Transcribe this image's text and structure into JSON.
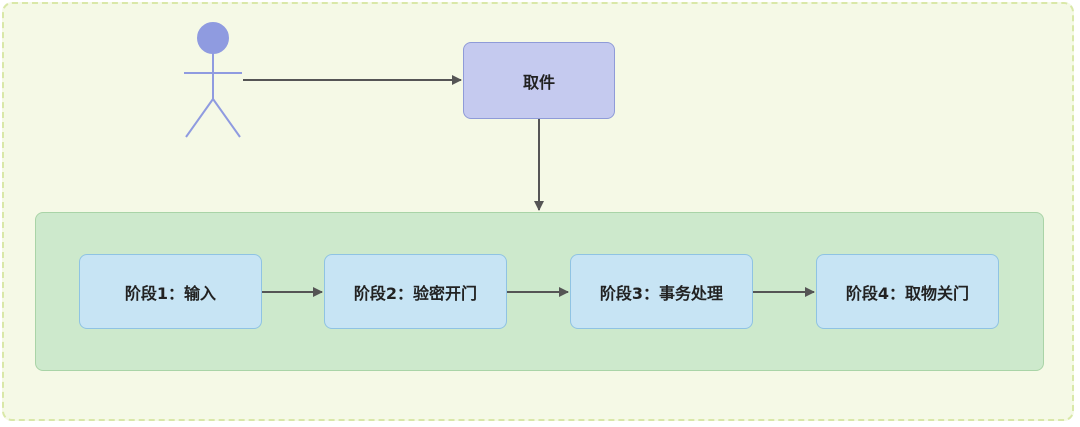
{
  "diagram": {
    "actor": {
      "icon": "person-icon",
      "head_color": "#8f9be0",
      "body_color": "#8f9be0"
    },
    "pickup": {
      "label": "取件"
    },
    "stages": [
      {
        "label": "阶段1：输入"
      },
      {
        "label": "阶段2：验密开门"
      },
      {
        "label": "阶段3：事务处理"
      },
      {
        "label": "阶段4：取物关门"
      }
    ],
    "colors": {
      "background": "#f5f9e6",
      "stage_container": "#cde9cc",
      "stage_box": "#c7e4f4",
      "pickup_box": "#c5caef",
      "arrow": "#555555"
    }
  }
}
